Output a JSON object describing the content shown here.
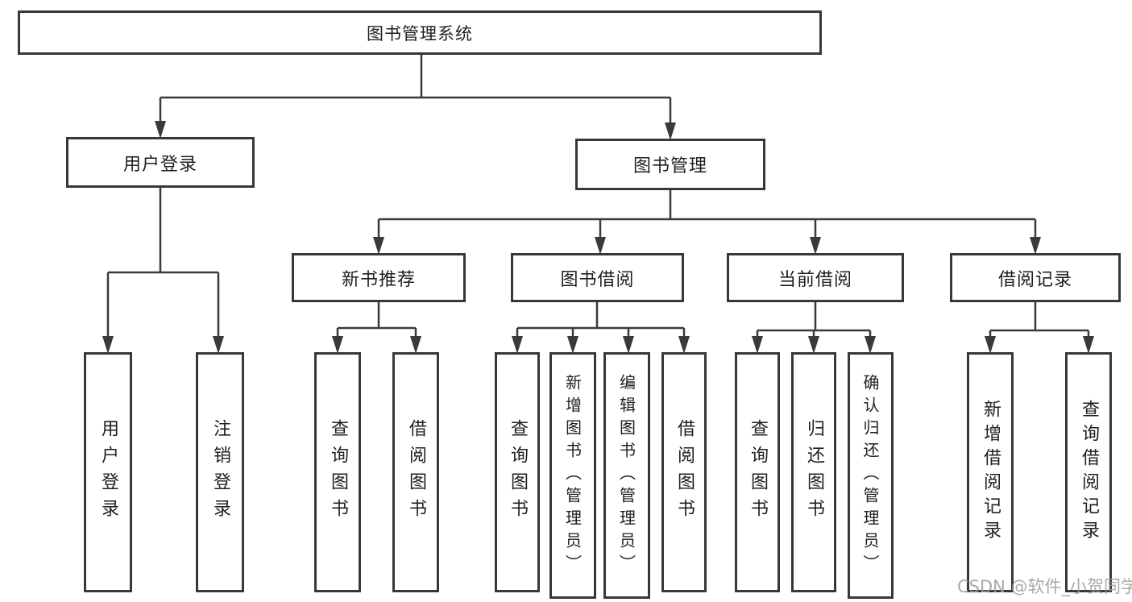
{
  "diagram": {
    "root": {
      "label": "图书管理系统"
    },
    "branches": [
      {
        "label": "用户登录",
        "children": [
          {
            "label": "用户登录"
          },
          {
            "label": "注销登录"
          }
        ]
      },
      {
        "label": "图书管理",
        "children": [
          {
            "label": "新书推荐",
            "children": [
              {
                "label": "查询图书"
              },
              {
                "label": "借阅图书"
              }
            ]
          },
          {
            "label": "图书借阅",
            "children": [
              {
                "label": "查询图书"
              },
              {
                "label": "新增图书（管理员）"
              },
              {
                "label": "编辑图书（管理员）"
              },
              {
                "label": "借阅图书"
              }
            ]
          },
          {
            "label": "当前借阅",
            "children": [
              {
                "label": "查询图书"
              },
              {
                "label": "归还图书"
              },
              {
                "label": "确认归还（管理员）"
              }
            ]
          },
          {
            "label": "借阅记录",
            "children": [
              {
                "label": "新增借阅记录"
              },
              {
                "label": "查询借阅记录"
              }
            ]
          }
        ]
      }
    ]
  },
  "watermark": {
    "text": "CSDN @软件_小贺同学"
  },
  "colors": {
    "line": "#3a3a3a",
    "box_border": "#383838",
    "text": "#1f1f1f",
    "watermark": "#9e9e9e",
    "background": "#ffffff"
  }
}
